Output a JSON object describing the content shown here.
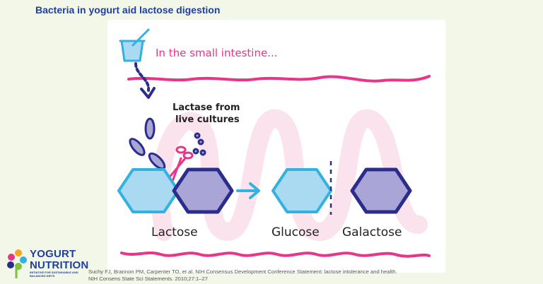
{
  "slide": {
    "title": "Bacteria in yogurt aid lactose digestion"
  },
  "diagram": {
    "location_label": "In the small intestine...",
    "enzyme_label_line1": "Lactase from",
    "enzyme_label_line2": "live cultures",
    "labels": {
      "lactose": "Lactose",
      "glucose": "Glucose",
      "galactose": "Galactose"
    },
    "colors": {
      "pink": "#e8358a",
      "navy": "#2b2d8c",
      "cyan": "#31b2e0",
      "light_blue_fill": "#a9daf1",
      "purple_fill": "#a9a5d6"
    }
  },
  "logo": {
    "line1": "YOGURT",
    "line2": "NUTRITION",
    "tagline": "INITIATIVE FOR SUSTAINABLE AND BALANCED DIETS"
  },
  "citation": {
    "line1": "Suchy FJ, Brannon PM, Carpenter TO, et al. NIH Consensus Development Conference Statement: lactose intolerance and health.",
    "line2": "NIH Consens State Sci Statements. 2010;27:1–27"
  }
}
